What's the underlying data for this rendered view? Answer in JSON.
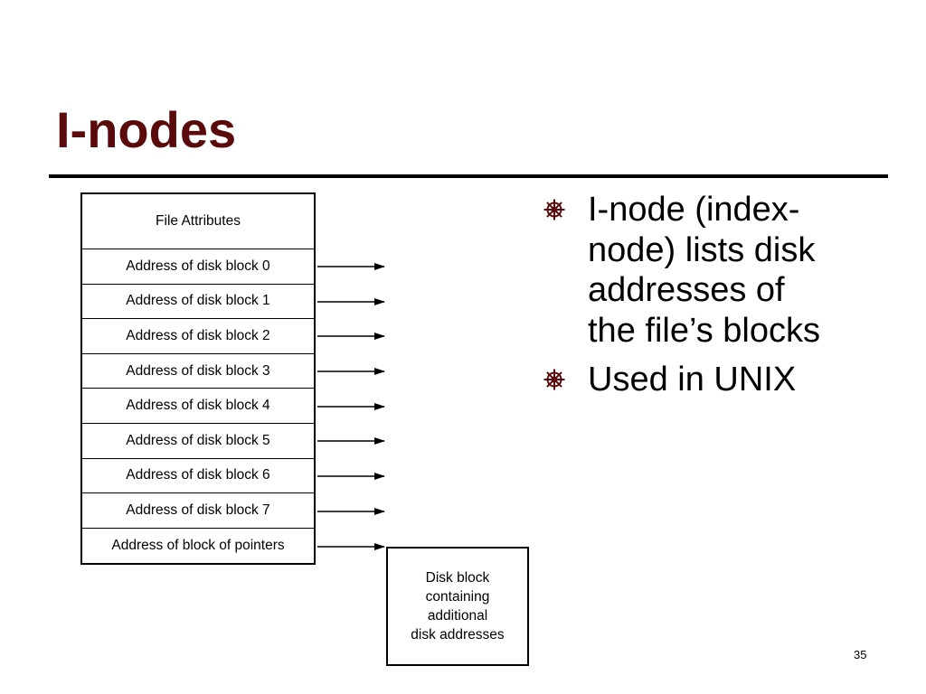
{
  "slide": {
    "title": "I-nodes",
    "page_number": "35",
    "title_color": "#5a0a0a",
    "bullet_icon": "ship-wheel-icon",
    "bullets": [
      {
        "text": "I-node (index-\nnode) lists disk\naddresses of\nthe file’s blocks"
      },
      {
        "text": "Used in UNIX"
      }
    ]
  },
  "diagram": {
    "cells": [
      "File Attributes",
      "Address of disk block 0",
      "Address of disk block 1",
      "Address of disk block 2",
      "Address of disk block 3",
      "Address of disk block 4",
      "Address of disk block 5",
      "Address of disk block 6",
      "Address of disk block 7",
      "Address of block of pointers"
    ],
    "disk_block_label": "Disk block\ncontaining\nadditional\ndisk addresses"
  }
}
